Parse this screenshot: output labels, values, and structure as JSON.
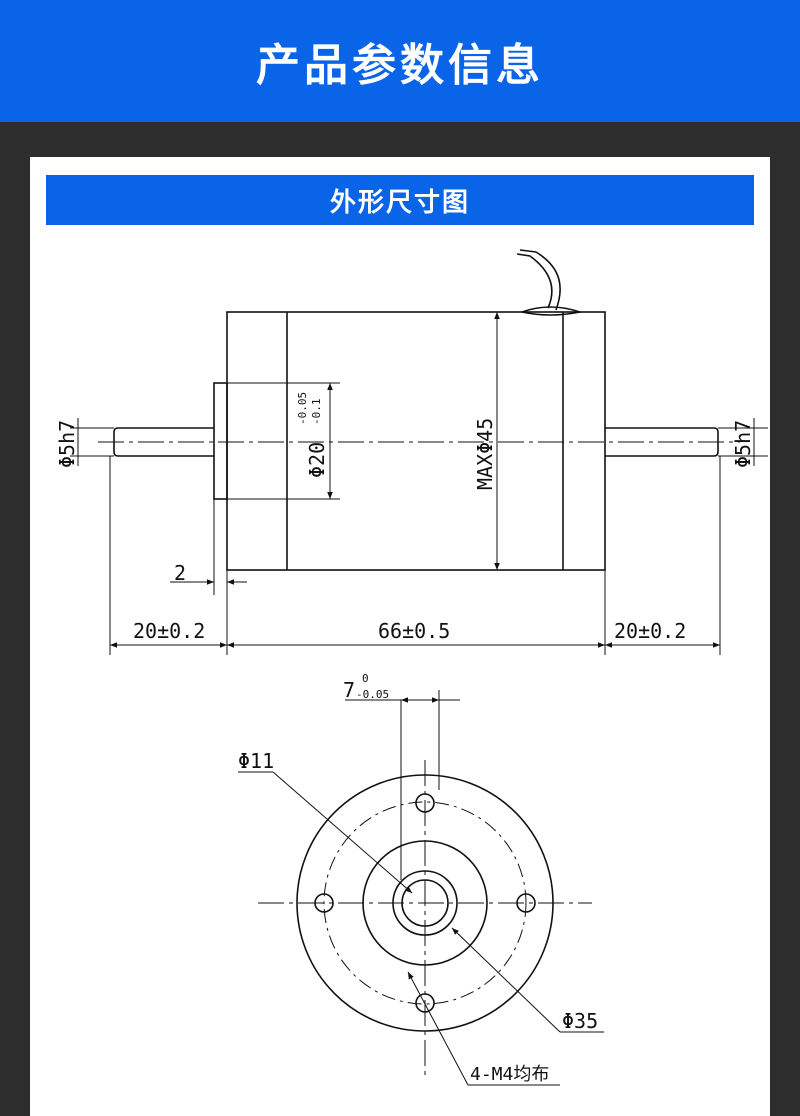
{
  "header": {
    "title": "产品参数信息"
  },
  "section": {
    "title": "外形尺寸图"
  },
  "side_view": {
    "shaft_dia_left": "Φ5h7",
    "shaft_dia_right": "Φ5h7",
    "boss_dia": "Φ20",
    "boss_tol_upper": "-0.05",
    "boss_tol_lower": "-0.1",
    "body_dia": "MAXΦ45",
    "boss_length": "2",
    "shaft_len_left": "20±0.2",
    "body_len": "66±0.5",
    "shaft_len_right": "20±0.2"
  },
  "front_view": {
    "slot_main": "7",
    "slot_tol_upper": "0",
    "slot_tol_lower": "-0.05",
    "boss_hole_dia": "Φ11",
    "pcd_dia": "Φ35",
    "holes": "4-M4均布"
  }
}
